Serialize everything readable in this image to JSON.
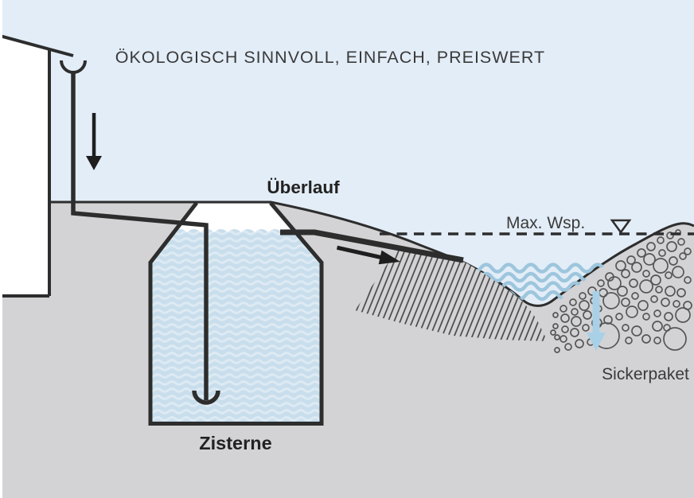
{
  "title": "ÖKOLOGISCH SINNVOLL, EINFACH, PREISWERT",
  "labels": {
    "overflow": "Überlauf",
    "max_water_level": "Max. Wsp.",
    "cistern": "Zisterne",
    "seepage_package": "Sickerpaket"
  },
  "icons": {
    "inflow_arrow": "down-arrow",
    "overflow_flow_arrow": "right-arrow",
    "seepage_arrow": "down-arrow",
    "water_level_marker": "inverted-triangle"
  },
  "colors": {
    "sky_and_water": "#e3edf7",
    "ground": "#d3d3d5",
    "outline": "#2d2d2d",
    "cistern_water_base": "#c9deec",
    "cistern_wave": "#ddeaf3",
    "pond_wave": "#9dc6dd",
    "seepage_arrow_blue": "#a8d1e8",
    "stone_outline": "#565656",
    "text": "#3a3a3a"
  }
}
